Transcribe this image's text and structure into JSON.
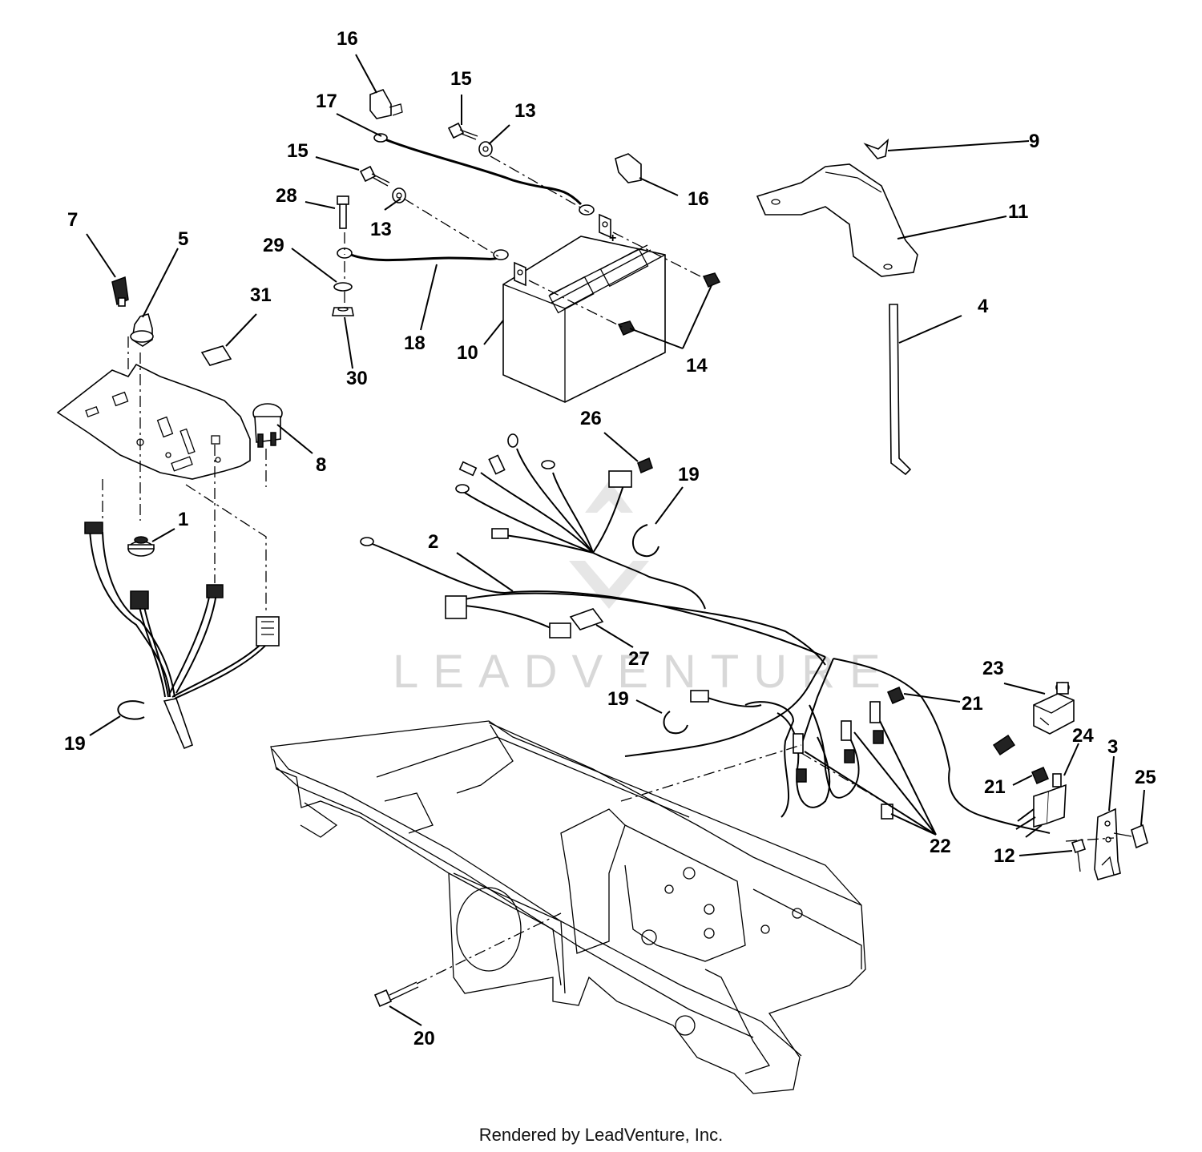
{
  "diagram": {
    "watermark": "LEADVENTURE",
    "footer": "Rendered by LeadVenture, Inc.",
    "callouts": {
      "c1": "1",
      "c2": "2",
      "c3": "3",
      "c4": "4",
      "c5": "5",
      "c7": "7",
      "c8": "8",
      "c9": "9",
      "c10": "10",
      "c11": "11",
      "c12": "12",
      "c13a": "13",
      "c13b": "13",
      "c14": "14",
      "c15a": "15",
      "c15b": "15",
      "c16a": "16",
      "c16b": "16",
      "c17": "17",
      "c18": "18",
      "c19a": "19",
      "c19b": "19",
      "c19c": "19",
      "c20": "20",
      "c21a": "21",
      "c21b": "21",
      "c22": "22",
      "c23": "23",
      "c24": "24",
      "c25": "25",
      "c26": "26",
      "c27": "27",
      "c28": "28",
      "c29": "29",
      "c30": "30",
      "c31": "31"
    },
    "battery_terminal_symbol": "+"
  }
}
